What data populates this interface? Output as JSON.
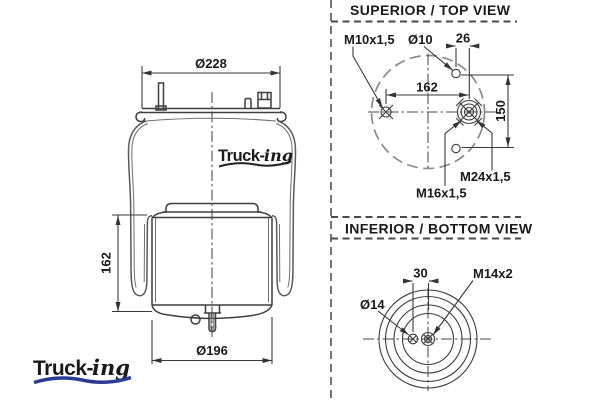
{
  "drawing": {
    "side_view": {
      "top_diameter": "Ø228",
      "height": "162",
      "bottom_diameter": "Ø196",
      "watermark": {
        "part1": "Truck-",
        "part2": "ing"
      }
    },
    "top_view": {
      "header": "SUPERIOR / TOP VIEW",
      "stud_thread": "M10x1,5",
      "hole_diameter": "Ø10",
      "hole_offset": "26",
      "stud_to_center": "162",
      "hole_spacing": "150",
      "outer_thread": "M24x1,5",
      "inner_thread": "M16x1,5"
    },
    "bottom_view": {
      "header": "INFERIOR / BOTTOM VIEW",
      "stud_offset": "30",
      "center_thread": "M14x2",
      "hole_diameter": "Ø14"
    },
    "logo": {
      "part1": "Truck-",
      "part2": "ing",
      "color_primary": "#2b3a92",
      "color_secondary": "#ee7b27"
    }
  }
}
